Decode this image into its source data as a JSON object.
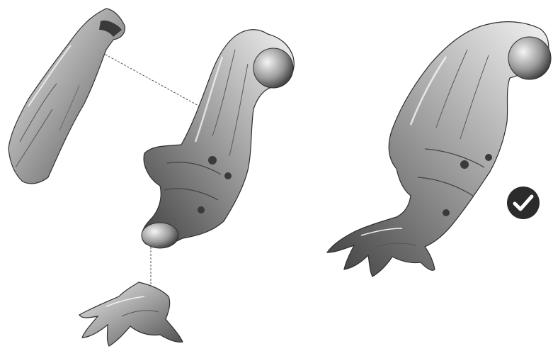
{
  "figure": {
    "panels": [
      {
        "id": "exploded",
        "parts": [
          "armor-plate",
          "leg-body",
          "claw-foot"
        ]
      },
      {
        "id": "assembled",
        "parts": [
          "assembled-leg"
        ]
      }
    ],
    "icons": {
      "status": "check-circle-icon"
    },
    "colors": {
      "model_light": "#d9d9d9",
      "model_mid": "#9a9a9a",
      "model_dark": "#4a4a4a",
      "guide_line": "#555555",
      "badge": "#2b2b2b"
    }
  }
}
